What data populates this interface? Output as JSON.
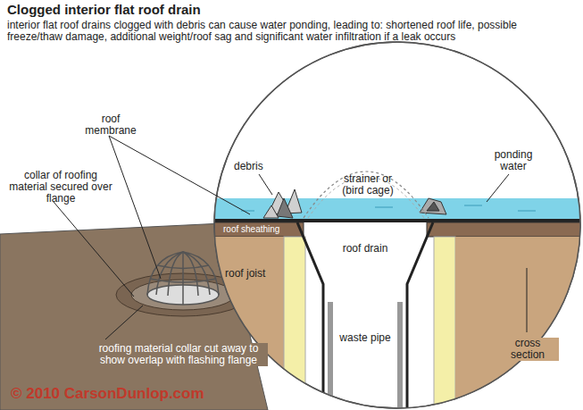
{
  "diagram": {
    "title": "Clogged interior flat roof drain",
    "labels": [
      "interior flat roof drains clogged with debris can cause water ponding, leading to: shortened roof life, possible freeze/thaw damage, additional weight/roof sag and significant water infiltration if a leak occurs",
      "roof membrane",
      "collar of roofing material secured over flange",
      "debris",
      "strainer or (bird cage)",
      "ponding water",
      "roof sheathing",
      "roof joist",
      "roof drain",
      "waste pipe",
      "cross section",
      "roofing material collar cut away to show overlap with flashing flange",
      "© 2010 CarsonDunlop.com"
    ]
  }
}
